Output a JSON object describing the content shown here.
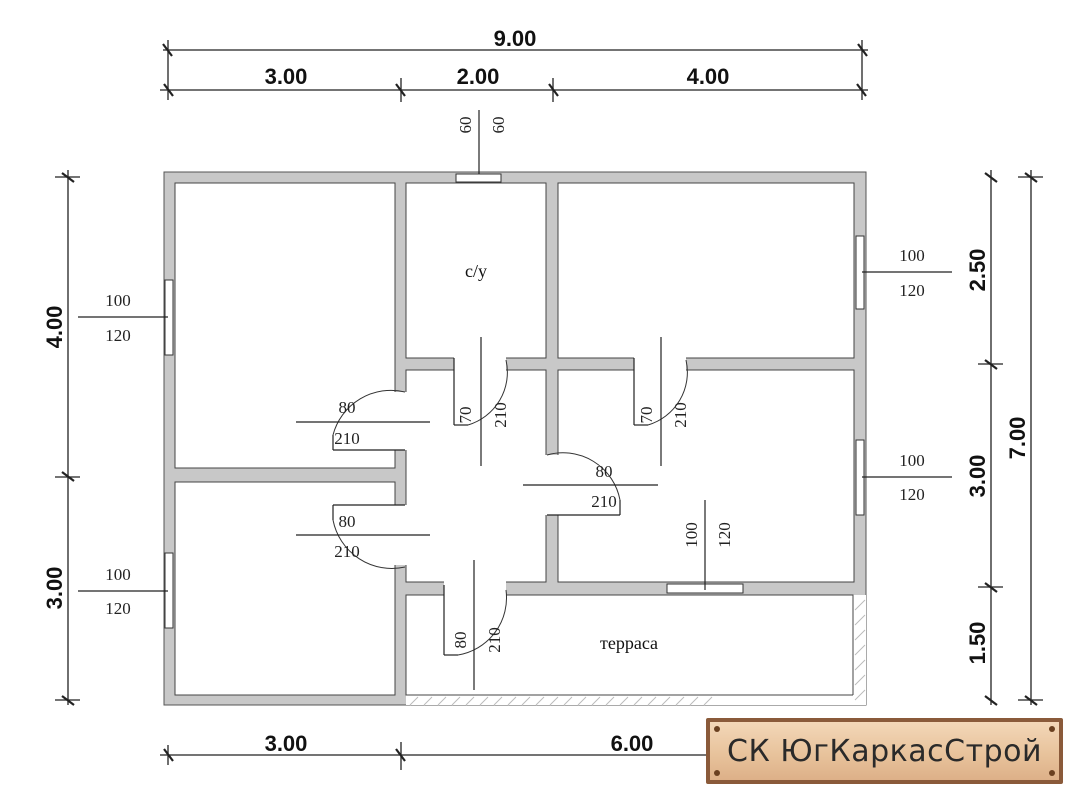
{
  "dimensions": {
    "top_total": "9.00",
    "top_left": "3.00",
    "top_middle": "2.00",
    "top_right": "4.00",
    "bottom_left": "3.00",
    "bottom_right": "6.00",
    "left_upper": "4.00",
    "left_lower": "3.00",
    "right_upper": "2.50",
    "right_middle": "3.00",
    "right_lower": "1.50",
    "right_total": "7.00"
  },
  "rooms": {
    "bathroom": "с/у",
    "terrace": "терраса"
  },
  "windows": {
    "top_width": "60",
    "top_height": "60",
    "left_upper_width": "100",
    "left_upper_height": "120",
    "left_lower_width": "100",
    "left_lower_height": "120",
    "right_upper_width": "100",
    "right_upper_height": "120",
    "right_middle_width": "100",
    "right_middle_height": "120",
    "inner_width": "100",
    "inner_height": "120"
  },
  "doors": {
    "left_upper_width": "80",
    "left_upper_height": "210",
    "left_lower_width": "80",
    "left_lower_height": "210",
    "hall_top_width": "70",
    "hall_top_height": "210",
    "right_top_width": "70",
    "right_top_height": "210",
    "right_side_width": "80",
    "right_side_height": "210",
    "terrace_width": "80",
    "terrace_height": "210"
  },
  "logo": {
    "text": "СК ЮгКаркасСтрой",
    "frame_color": "#8a5a3a"
  },
  "colors": {
    "wall": "#c8c8c8",
    "room": "#ffffff",
    "line": "#222222"
  }
}
